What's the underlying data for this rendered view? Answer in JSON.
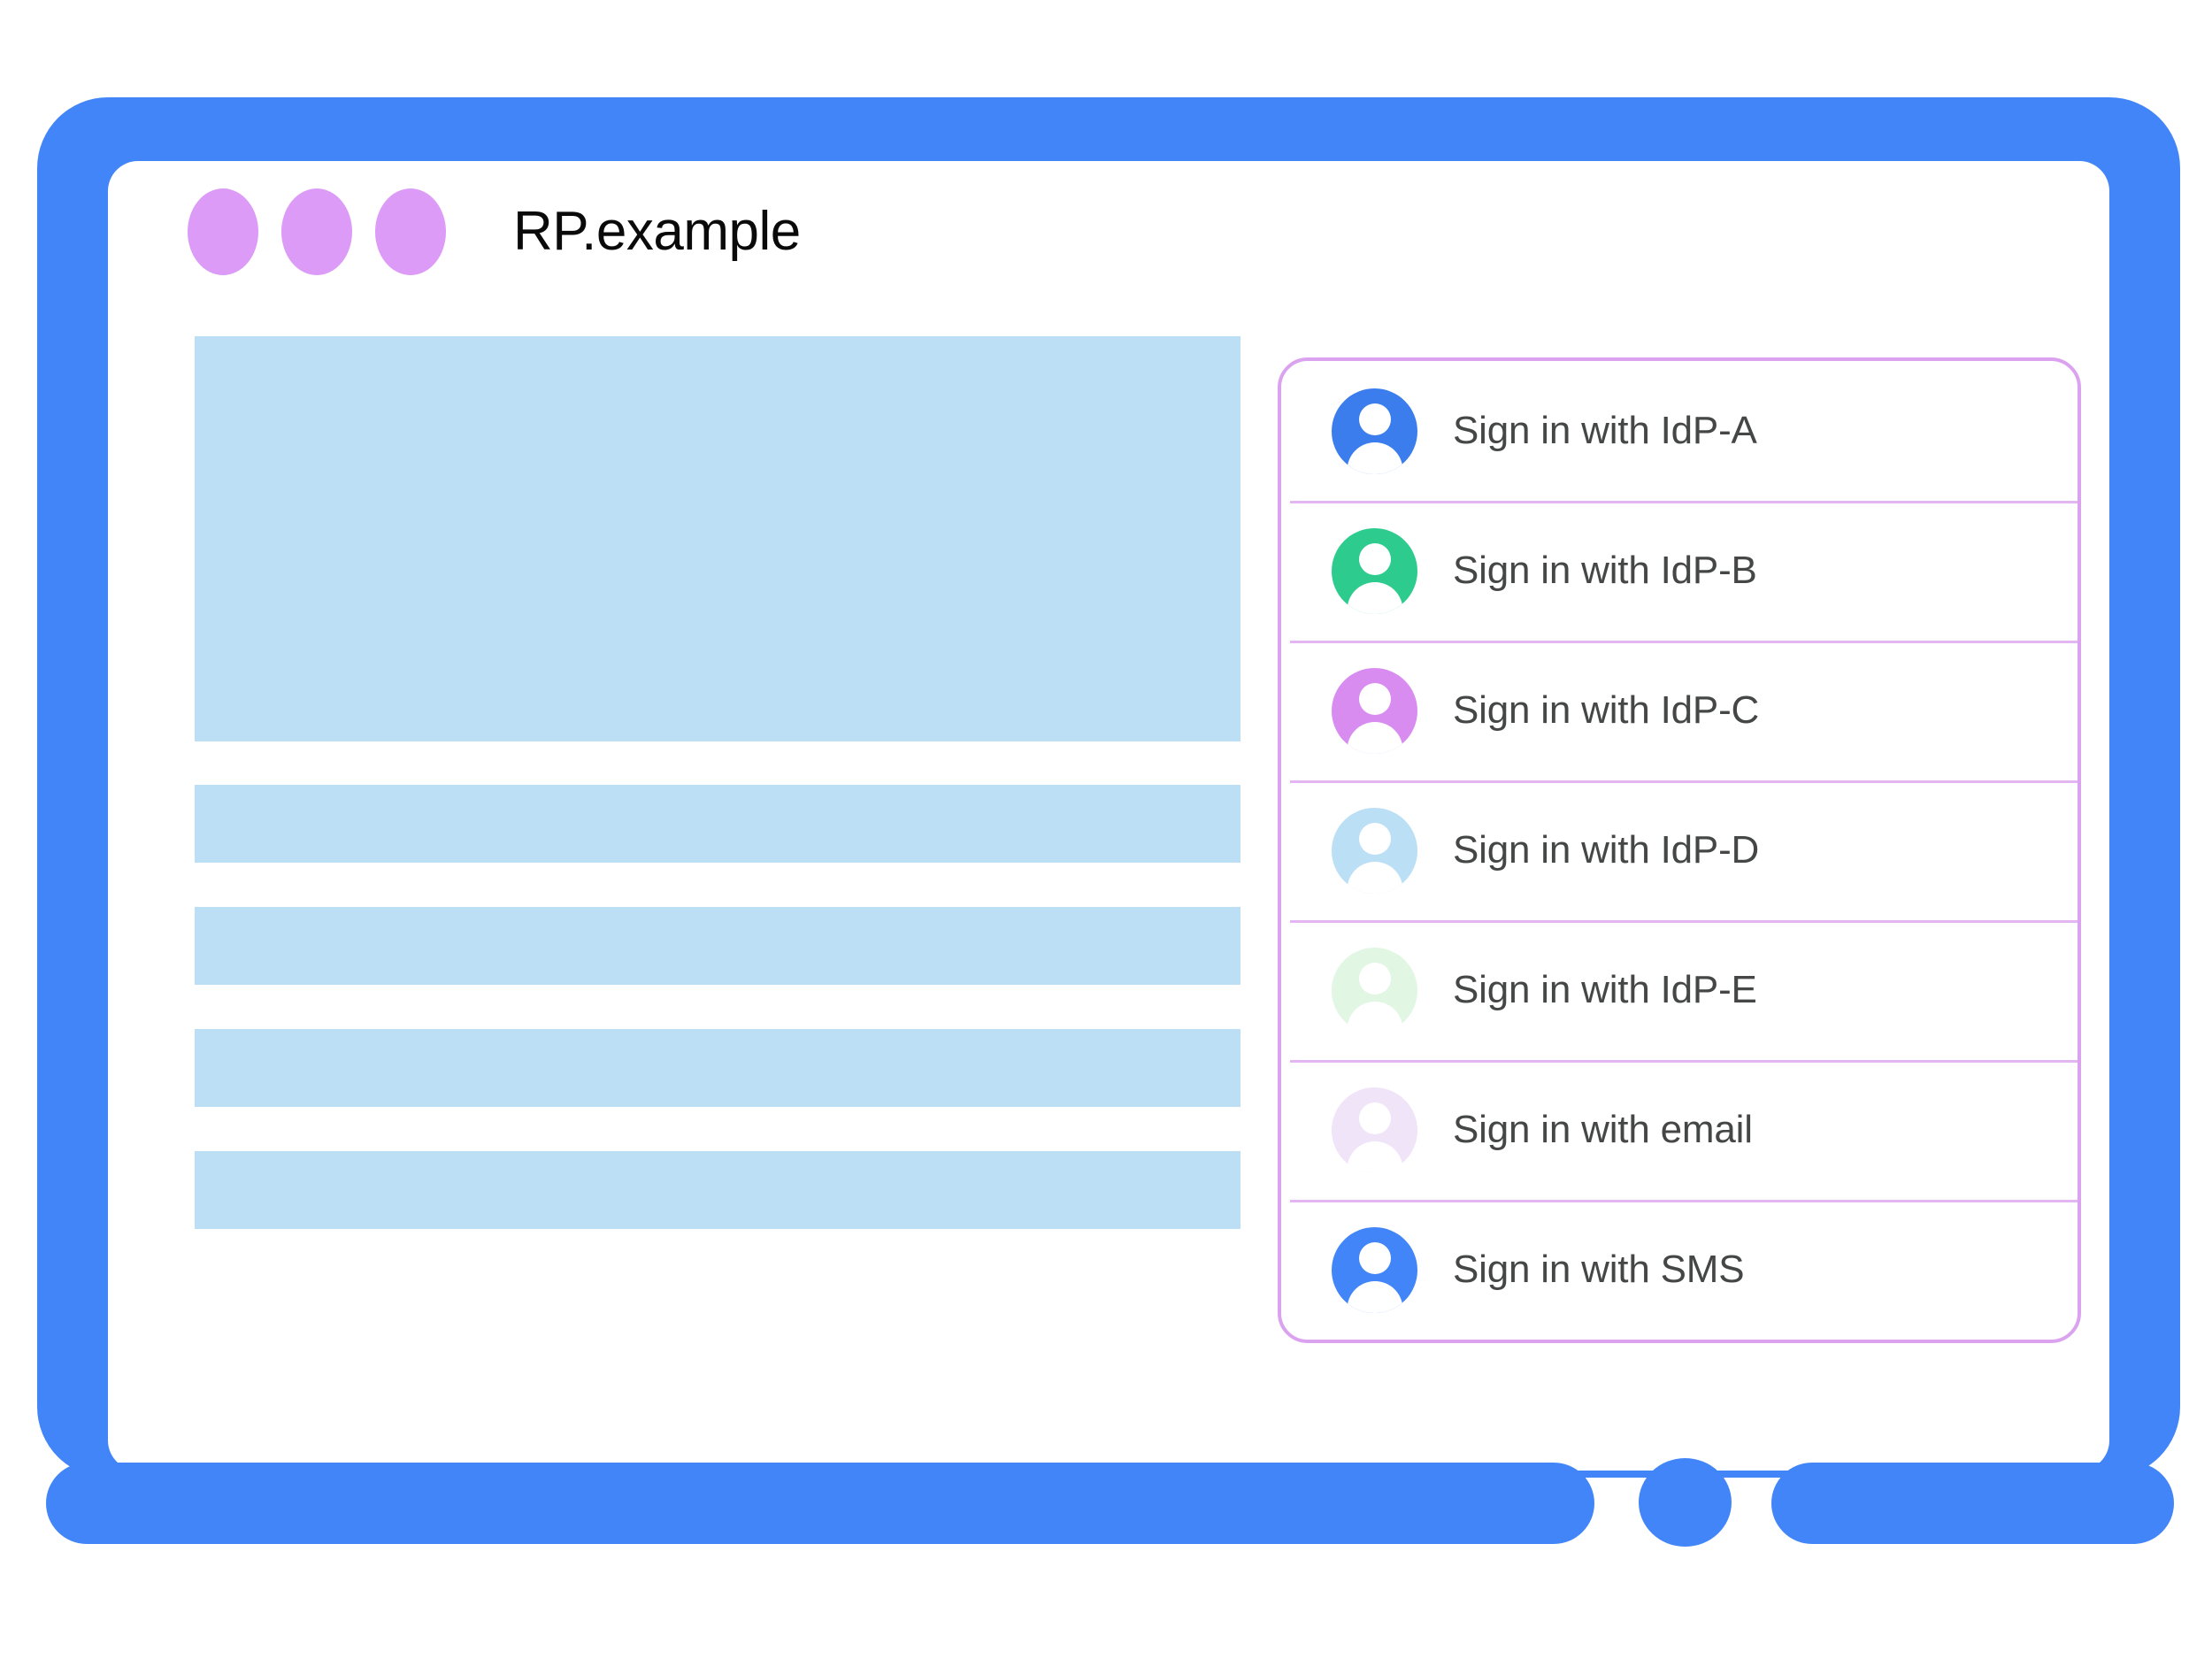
{
  "colors": {
    "frame_blue": "#4285f8",
    "dot_purple": "#dc9bf6",
    "placeholder_blue": "#bddff6",
    "panel_border": "#dba3ef",
    "divider": "#e3b6f2",
    "label_color": "#444746"
  },
  "browser": {
    "title": "RP.example",
    "window_dots": [
      "window-dot-1",
      "window-dot-2",
      "window-dot-3"
    ]
  },
  "page": {
    "placeholders": [
      {
        "name": "hero-placeholder",
        "shape": "block-hero"
      },
      {
        "name": "text-line-placeholder-1",
        "shape": "block-row"
      },
      {
        "name": "text-line-placeholder-2",
        "shape": "block-row"
      },
      {
        "name": "text-line-placeholder-3",
        "shape": "block-row"
      },
      {
        "name": "text-line-placeholder-4",
        "shape": "block-row"
      }
    ]
  },
  "chooser": {
    "items": [
      {
        "label": "Sign in with IdP-A",
        "avatar_color": "#3b7ded",
        "icon": "account-avatar-icon",
        "name": "sign-in-with-idp-a"
      },
      {
        "label": "Sign in with IdP-B",
        "avatar_color": "#2ecb8e",
        "icon": "account-avatar-icon",
        "name": "sign-in-with-idp-b"
      },
      {
        "label": "Sign in with IdP-C",
        "avatar_color": "#d88cf0",
        "icon": "account-avatar-icon",
        "name": "sign-in-with-idp-c"
      },
      {
        "label": "Sign in with IdP-D",
        "avatar_color": "#bbdff5",
        "icon": "account-avatar-icon",
        "name": "sign-in-with-idp-d"
      },
      {
        "label": "Sign in with IdP-E",
        "avatar_color": "#e2f6e4",
        "icon": "account-avatar-icon",
        "name": "sign-in-with-idp-e"
      },
      {
        "label": "Sign in with email",
        "avatar_color": "#f0e4f8",
        "icon": "account-avatar-icon",
        "name": "sign-in-with-email"
      },
      {
        "label": "Sign in with SMS",
        "avatar_color": "#4285f8",
        "icon": "account-avatar-icon",
        "name": "sign-in-with-sms"
      }
    ]
  },
  "device": {
    "home_button": "home-button",
    "bezel": "device-bezel"
  }
}
